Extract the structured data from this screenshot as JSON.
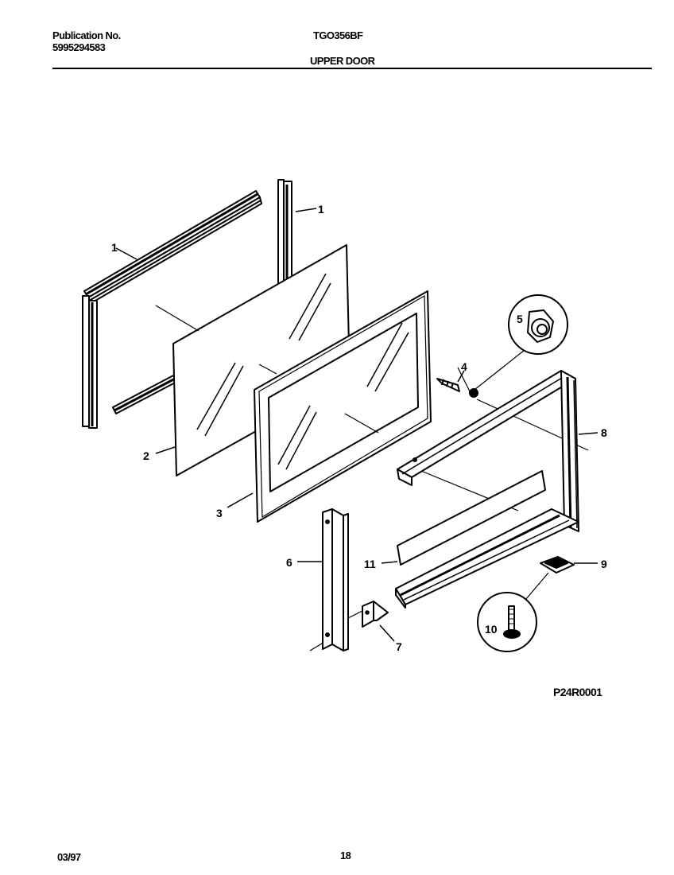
{
  "header": {
    "publication_label": "Publication No.",
    "publication_number": "5995294583",
    "model": "TGO356BF",
    "section": "UPPER DOOR"
  },
  "diagram": {
    "code": "P24R0001",
    "callouts": {
      "c1a": "1",
      "c1b": "1",
      "c2": "2",
      "c3": "3",
      "c4": "4",
      "c5": "5",
      "c6": "6",
      "c7": "7",
      "c8": "8",
      "c9": "9",
      "c10": "10",
      "c11": "11"
    }
  },
  "footer": {
    "date": "03/97",
    "page": "18"
  }
}
